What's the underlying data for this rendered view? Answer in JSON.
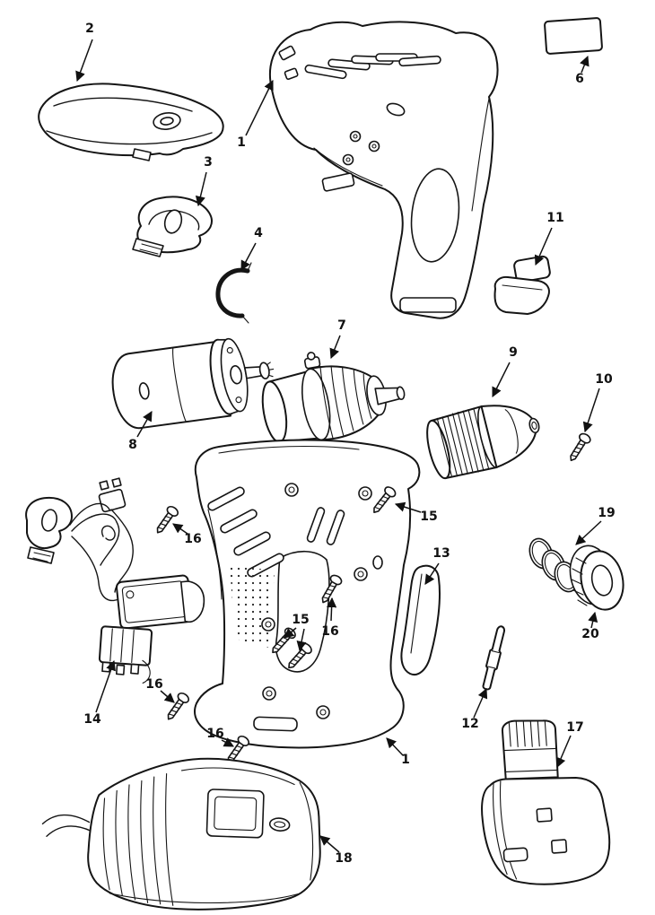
{
  "diagram": {
    "type": "exploded-parts-diagram",
    "background_color": "#ffffff",
    "line_color": "#151515",
    "callouts": [
      {
        "label": "2"
      },
      {
        "label": "1"
      },
      {
        "label": "6"
      },
      {
        "label": "3"
      },
      {
        "label": "4"
      },
      {
        "label": "11"
      },
      {
        "label": "7"
      },
      {
        "label": "9"
      },
      {
        "label": "10"
      },
      {
        "label": "8"
      },
      {
        "label": "15"
      },
      {
        "label": "16"
      },
      {
        "label": "13"
      },
      {
        "label": "19"
      },
      {
        "label": "14"
      },
      {
        "label": "15"
      },
      {
        "label": "16"
      },
      {
        "label": "20"
      },
      {
        "label": "16"
      },
      {
        "label": "16"
      },
      {
        "label": "12"
      },
      {
        "label": "1"
      },
      {
        "label": "17"
      },
      {
        "label": "18"
      }
    ]
  }
}
